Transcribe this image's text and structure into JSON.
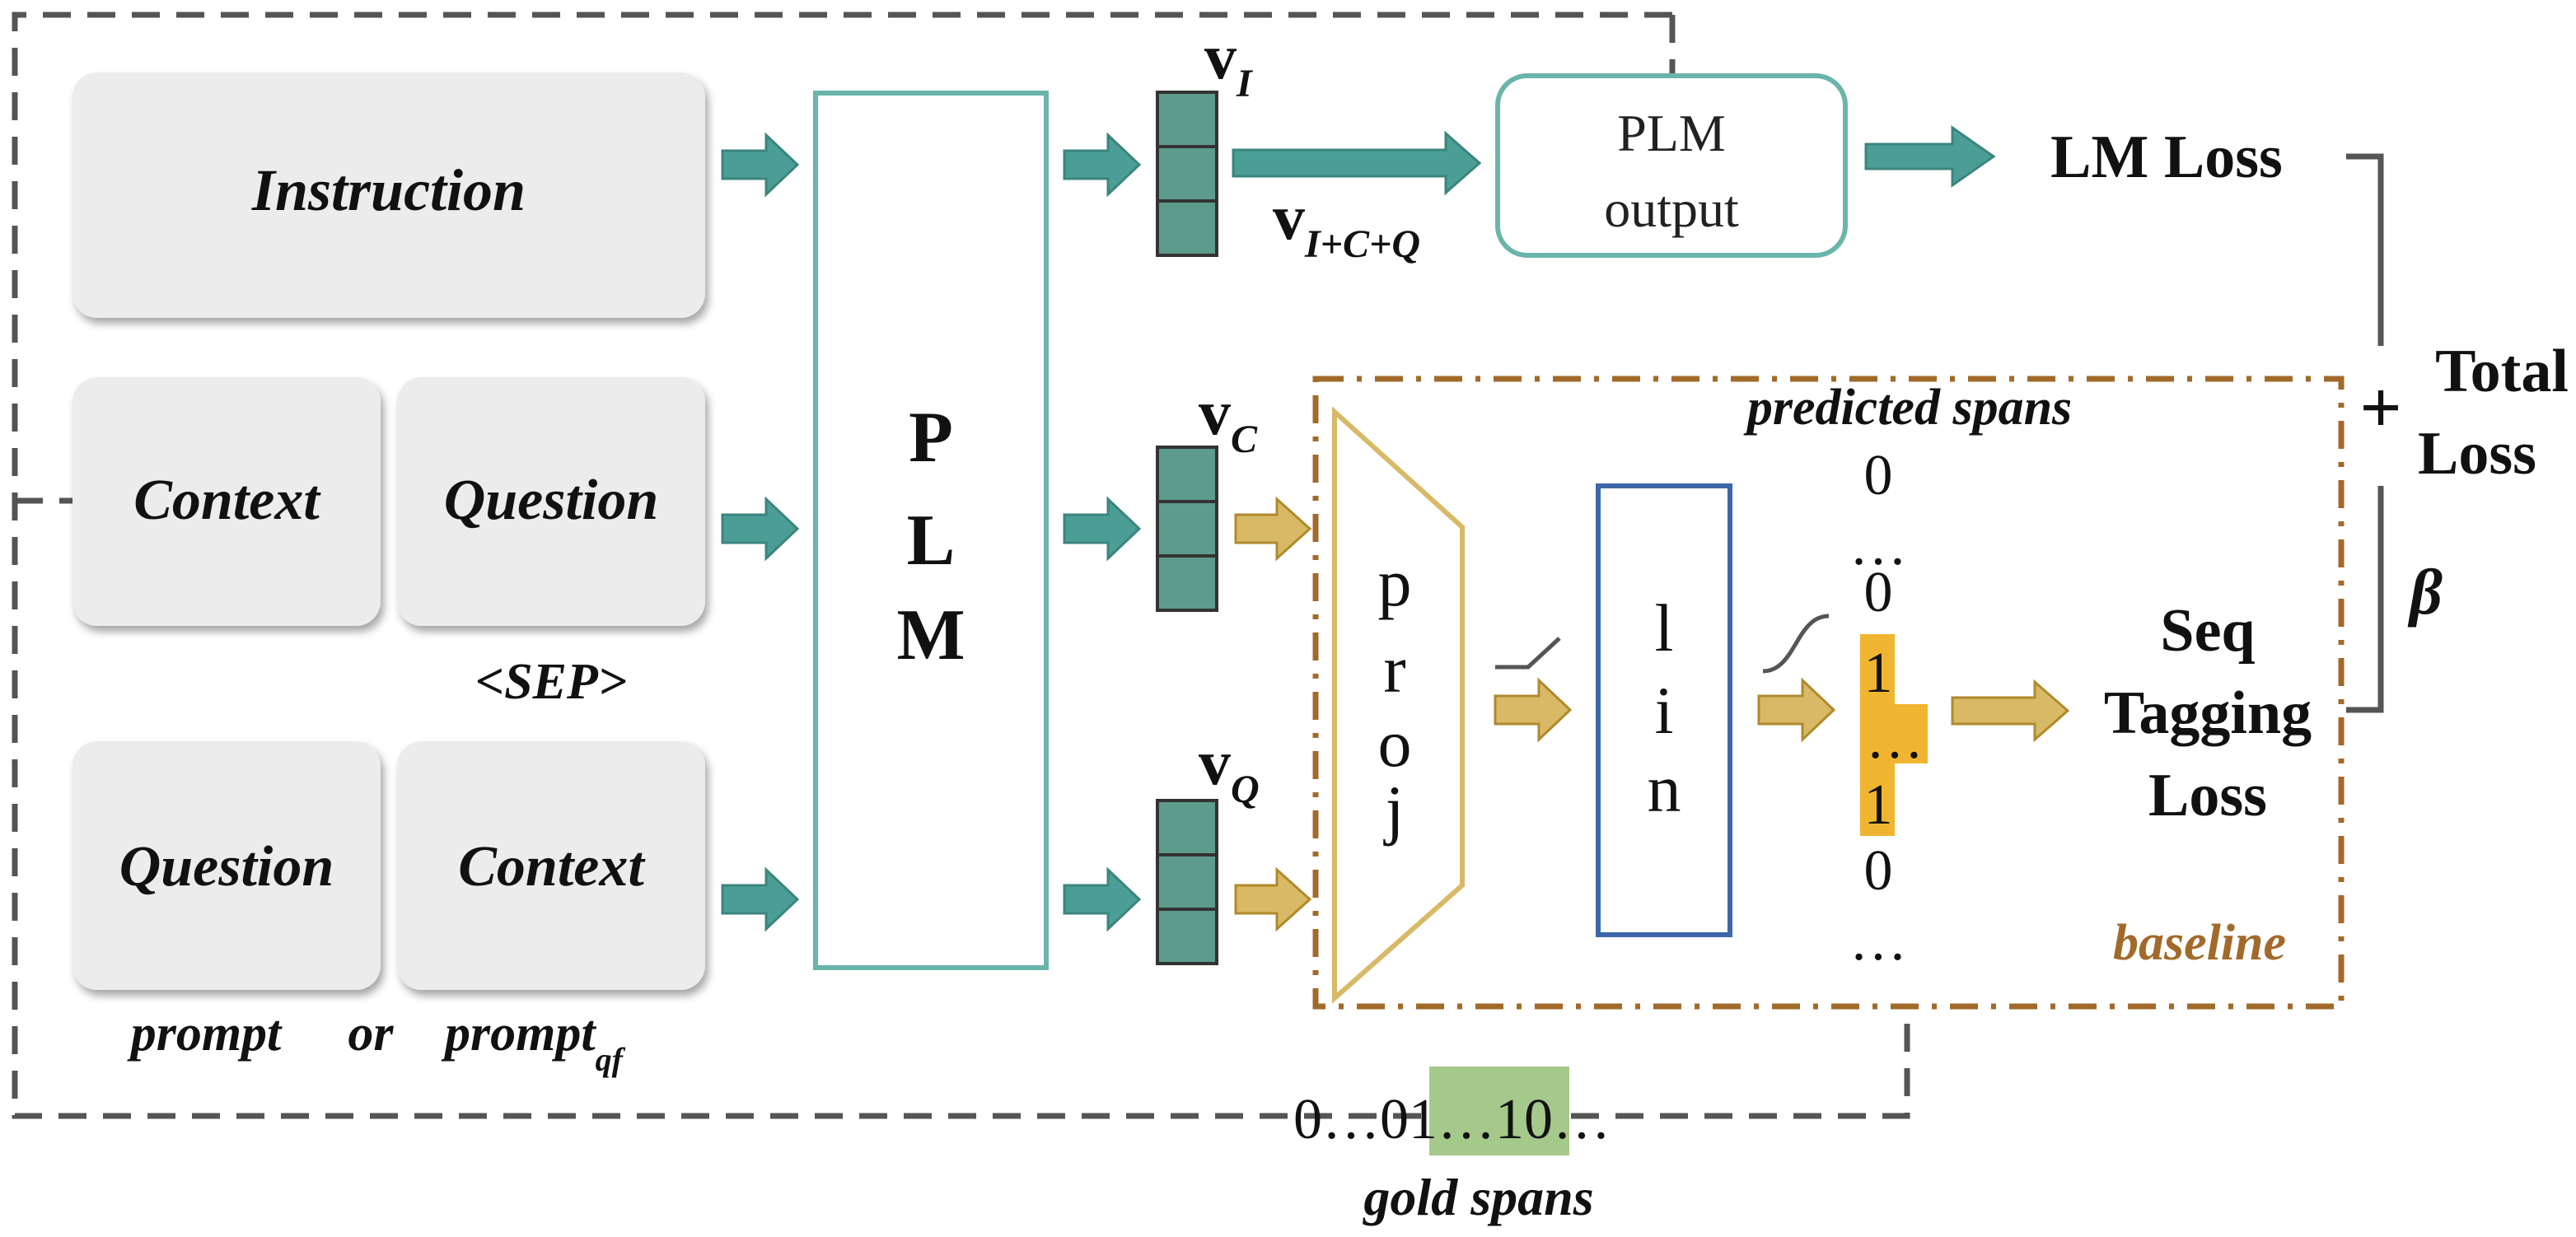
{
  "inputs": {
    "instruction": "Instruction",
    "row2_left": "Context",
    "row2_right": "Question",
    "sep": "<SEP>",
    "row3_left": "Question",
    "row3_right": "Context",
    "prompt_label": "prompt",
    "or_label": "or",
    "prompt_qf_base": "prompt",
    "prompt_qf_sub": "qf"
  },
  "plm": {
    "letters": [
      "P",
      "L",
      "M"
    ]
  },
  "vectors": {
    "v_letter": "v",
    "vI_sub": "I",
    "vICQ_sub": "I+C+Q",
    "vC_sub": "C",
    "vQ_sub": "Q"
  },
  "plm_output": {
    "line1": "PLM",
    "line2": "output"
  },
  "lm_loss": "LM Loss",
  "total_loss": {
    "line1": "Total",
    "line2": "Loss"
  },
  "plus": "+",
  "beta": "β",
  "baseline": {
    "label": "baseline",
    "predicted_spans": "predicted spans",
    "proj_letters": [
      "p",
      "r",
      "o",
      "j"
    ],
    "lin_letters": [
      "l",
      "i",
      "n"
    ],
    "predicted_values": [
      "0",
      "…",
      "0",
      "1",
      "…",
      "1",
      "0",
      "…"
    ],
    "seq_loss": [
      "Seq",
      "Tagging",
      "Loss"
    ]
  },
  "gold": {
    "pre": "0…0",
    "highlight": "1…1",
    "post": "0…",
    "label": "gold spans"
  },
  "colors": {
    "teal": "#4a9e95",
    "teal_light": "#6ab5ab",
    "gold": "#d8b966",
    "gold_dark": "#b08a2c",
    "orange_highlight": "#f0b530",
    "green_highlight": "#a5c98a",
    "baseline_border": "#a26a2a",
    "lin_border": "#3c67a8",
    "dashed_gray": "#555555",
    "box_fill": "#ececec"
  }
}
